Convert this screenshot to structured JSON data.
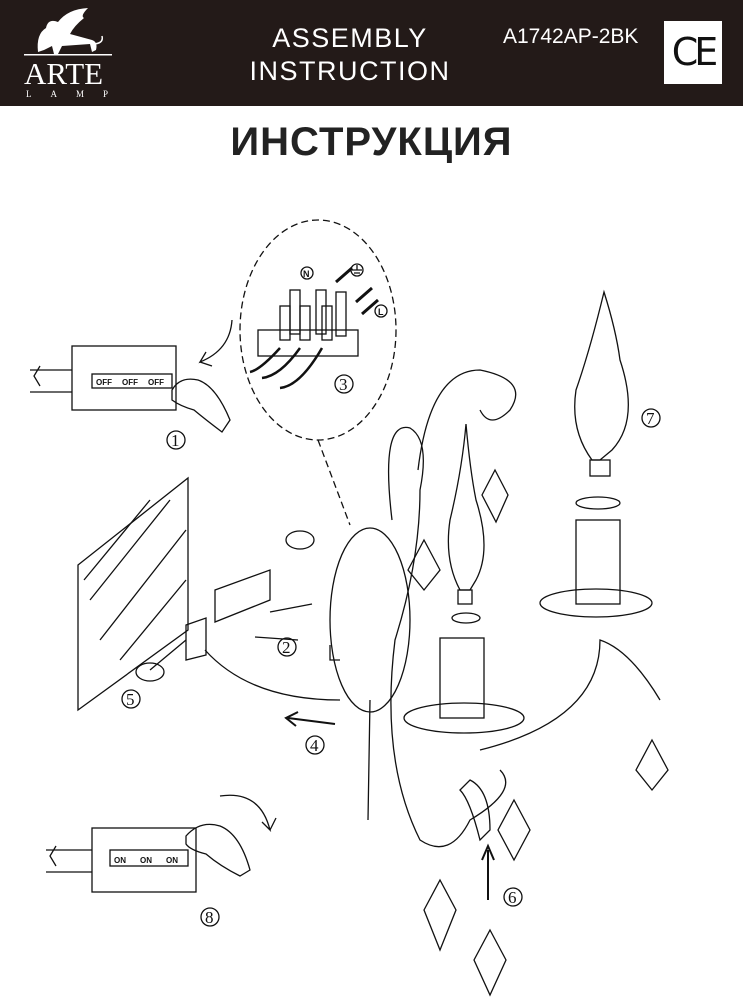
{
  "header": {
    "brand": "ARTE",
    "brand_sub": "LAMP",
    "title_line1": "ASSEMBLY",
    "title_line2": "INSTRUCTION",
    "model": "A1742AP-2BK",
    "certification": "CE"
  },
  "page_title": "ИНСТРУКЦИЯ",
  "diagram": {
    "steps": [
      "1",
      "2",
      "3",
      "4",
      "5",
      "6",
      "7",
      "8"
    ],
    "switch_off_labels": [
      "OFF",
      "OFF",
      "OFF"
    ],
    "switch_on_labels": [
      "ON",
      "ON",
      "ON"
    ],
    "terminal_labels": {
      "neutral": "N",
      "live": "L"
    },
    "icons": [
      "ground-icon",
      "hand-icon",
      "rotate-arrow-icon",
      "bulb-icon",
      "crystal-pendant-icon",
      "screw-icon"
    ]
  }
}
